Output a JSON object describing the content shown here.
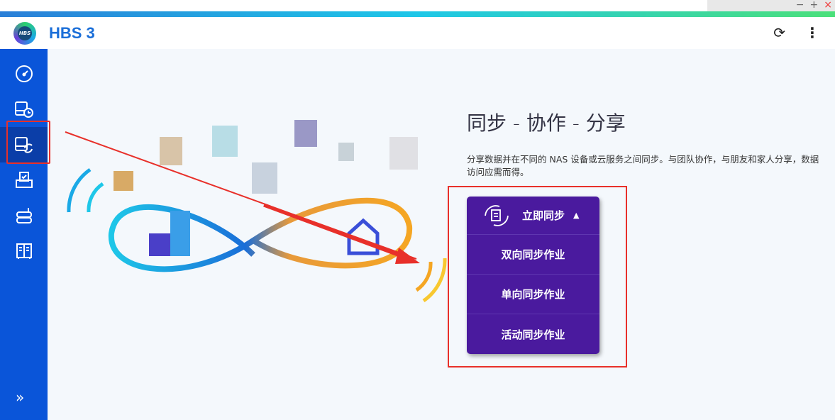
{
  "window": {
    "controls": [
      "−",
      "+",
      "×"
    ]
  },
  "header": {
    "app_title": "HBS 3",
    "logo_text": "HBS",
    "refresh_icon": "refresh-icon",
    "more_icon": "more-vertical-icon"
  },
  "sidebar": {
    "items": [
      {
        "name": "overview",
        "icon": "dashboard-gauge-icon"
      },
      {
        "name": "backup-restore",
        "icon": "backup-clock-icon"
      },
      {
        "name": "sync",
        "icon": "sync-icon",
        "active": true
      },
      {
        "name": "jobs",
        "icon": "job-tray-icon"
      },
      {
        "name": "storage-spaces",
        "icon": "storage-stack-icon"
      },
      {
        "name": "services",
        "icon": "cabinet-icon"
      }
    ],
    "expand_icon": "double-chevron-right-icon"
  },
  "main": {
    "title": "同步 - 协作 - 分享",
    "description": "分享数据并在不同的 NAS 设备或云服务之间同步。与团队协作，与朋友和家人分享，数据访问应需而得。",
    "sync_menu": {
      "button_label": "立即同步",
      "caret": "▲",
      "items": [
        "双向同步作业",
        "单向同步作业",
        "活动同步作业"
      ]
    }
  },
  "colors": {
    "sidebar": "#0a55d9",
    "menu": "#4a1a9e",
    "accent": "#1a6ed8",
    "highlight": "#e8302a"
  }
}
